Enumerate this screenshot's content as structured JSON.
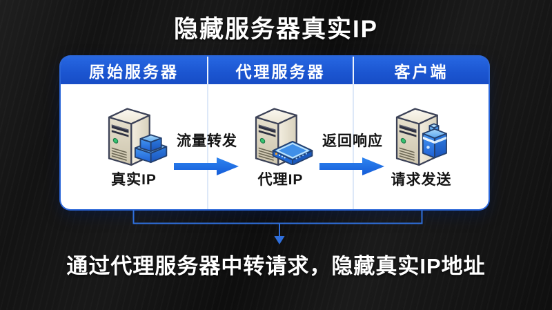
{
  "title": "隐藏服务器真实IP",
  "caption": "通过代理服务器中转请求，隐藏真实IP地址",
  "panel": {
    "columns": [
      {
        "header": "原始服务器",
        "icon": "origin-server-icon",
        "label": "真实IP"
      },
      {
        "header": "代理服务器",
        "icon": "proxy-server-icon",
        "label": "代理IP"
      },
      {
        "header": "客户端",
        "icon": "client-server-icon",
        "label": "请求发送"
      }
    ],
    "arrows": [
      {
        "label": "流量转发",
        "direction": "right"
      },
      {
        "label": "返回响应",
        "direction": "right"
      }
    ],
    "bracket": {
      "icon": "down-arrow-icon"
    }
  },
  "colors": {
    "background": "#131313",
    "card": "#ffffff",
    "header_blue": "#1d5bd6",
    "arrow_blue": "#1e6ce4",
    "bracket_blue": "#2f6fdc",
    "divider_blue": "#dde8f8",
    "text_dark": "#141414",
    "text_light": "#ffffff",
    "led_green": "#35c370"
  }
}
